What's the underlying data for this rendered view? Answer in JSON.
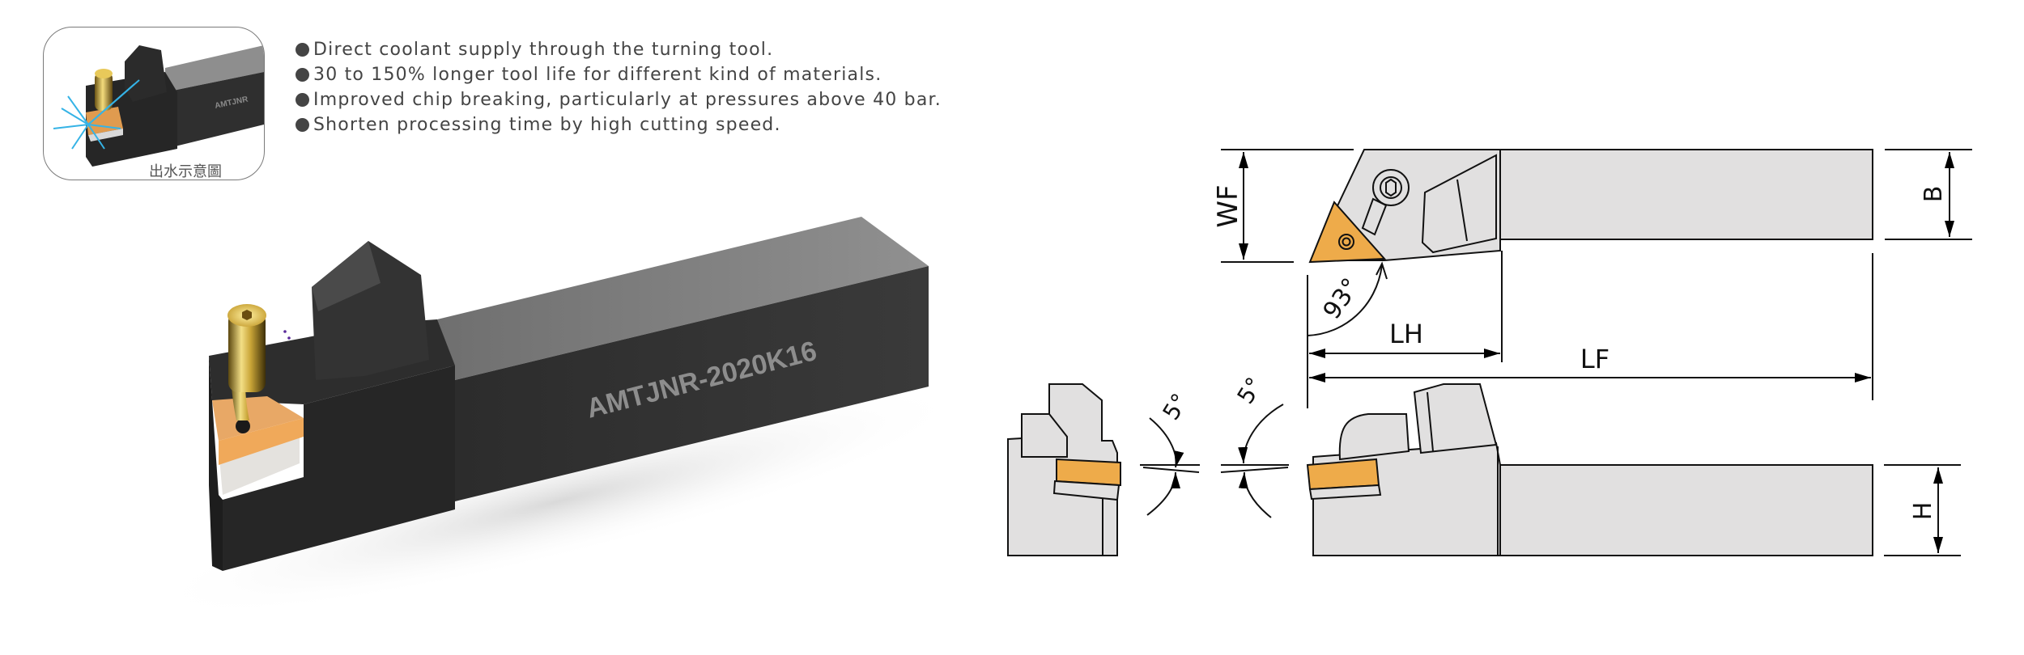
{
  "thumbnail": {
    "caption": "出水示意圖",
    "label_fragment": "AMTJNR"
  },
  "features": [
    "Direct coolant supply through the turning tool.",
    "30 to 150% longer tool life for different kind of materials.",
    "Improved chip breaking, particularly at pressures above 40 bar.",
    "Shorten processing time by high cutting speed."
  ],
  "product": {
    "model_label": "AMTJNR-2020K16"
  },
  "drawing": {
    "dimensions": {
      "wf": "WF",
      "b": "B",
      "lh": "LH",
      "lf": "LF",
      "h": "H"
    },
    "angles": {
      "approach": "93°",
      "clearance_end": "5°",
      "clearance_side": "5°"
    }
  },
  "colors": {
    "insert": "#eeab4a",
    "drawing_fill": "#e1e0e0",
    "tool_body_dark": "#363636",
    "tool_top_face": "#8c8c8c",
    "gold_clamp": "#c9a437",
    "text": "#444444"
  }
}
